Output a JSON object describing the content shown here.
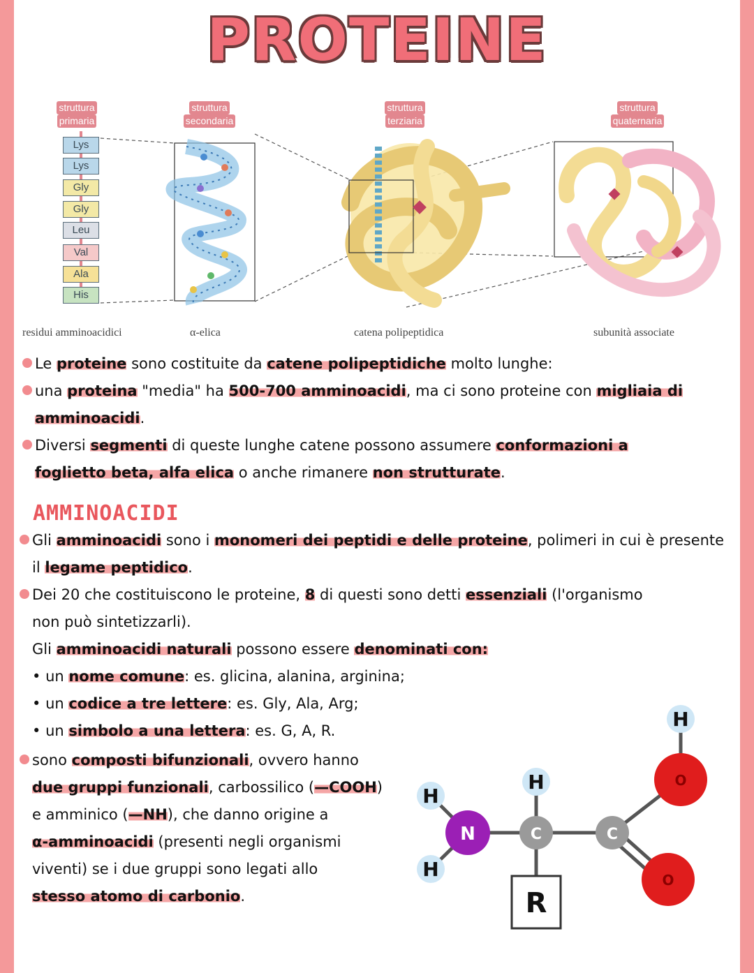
{
  "title": "PROTEINE",
  "figure": {
    "labels": [
      {
        "line1": "struttura",
        "line2": "primaria"
      },
      {
        "line1": "struttura",
        "line2": "secondaria"
      },
      {
        "line1": "struttura",
        "line2": "terziaria"
      },
      {
        "line1": "struttura",
        "line2": "quaternaria"
      }
    ],
    "residues": [
      "Lys",
      "Lys",
      "Gly",
      "Gly",
      "Leu",
      "Val",
      "Ala",
      "His"
    ],
    "residue_colors": [
      "#b9d7ea",
      "#b9d7ea",
      "#f3e9a6",
      "#f3e9a6",
      "#dcdfe6",
      "#f5c9c9",
      "#f6e197",
      "#c7e3c1"
    ],
    "captions": [
      "residui amminoacidici",
      "α-elica",
      "catena polipeptidica",
      "subunità associate"
    ]
  },
  "intro": {
    "b1": [
      "Le ",
      "proteine",
      " sono costituite da ",
      "catene polipeptidiche",
      " molto lunghe:"
    ],
    "b2": [
      "una ",
      "proteina",
      " \"media\" ha ",
      "500-700 amminoacidi",
      ", ma ci sono proteine con ",
      "migliaia di",
      "amminoacidi",
      "."
    ],
    "b3": [
      "Diversi ",
      "segmenti",
      " di queste lunghe catene possono assumere ",
      "conformazioni a",
      "foglietto beta, alfa elica",
      " o anche rimanere ",
      "non strutturate",
      "."
    ]
  },
  "section_title": "AMMINOACIDI",
  "amino": {
    "p1": [
      "Gli ",
      "amminoacidi",
      " sono i ",
      "monomeri dei peptidi e delle proteine",
      ", polimeri in cui è presente",
      "il ",
      "legame peptidico",
      "."
    ],
    "p2": [
      "Dei 20 che costituiscono le proteine, ",
      "8",
      " di questi sono detti ",
      "essenziali",
      " (l'organismo",
      "non può sintetizzarli)."
    ],
    "p3": [
      "Gli ",
      "amminoacidi naturali",
      " possono essere ",
      "denominati con:"
    ],
    "list": [
      [
        "un ",
        "nome comune",
        ": es. glicina, alanina, arginina;"
      ],
      [
        "un ",
        "codice a tre lettere",
        ": es. Gly, Ala, Arg;"
      ],
      [
        "un ",
        "simbolo a una lettera",
        ": es. G, A, R."
      ]
    ],
    "p4": [
      "sono ",
      "composti bifunzionali",
      ", ovvero hanno",
      "due gruppi funzionali",
      ", carbossilico (",
      "—COOH",
      ")",
      "e amminico (",
      "—NH",
      "), che danno origine a",
      "α-amminoacidi",
      " (presenti negli organismi",
      "viventi) se i due gruppi sono legati allo",
      "stesso atomo di carbonio",
      "."
    ]
  },
  "molecule": {
    "atoms": [
      "H",
      "H",
      "N",
      "C",
      "H",
      "C",
      "O",
      "H",
      "O",
      "R"
    ],
    "colors": {
      "N": "#9b1fb5",
      "C": "#9a9a9a",
      "O": "#e01d1d",
      "H": "#cfe7f6"
    }
  }
}
